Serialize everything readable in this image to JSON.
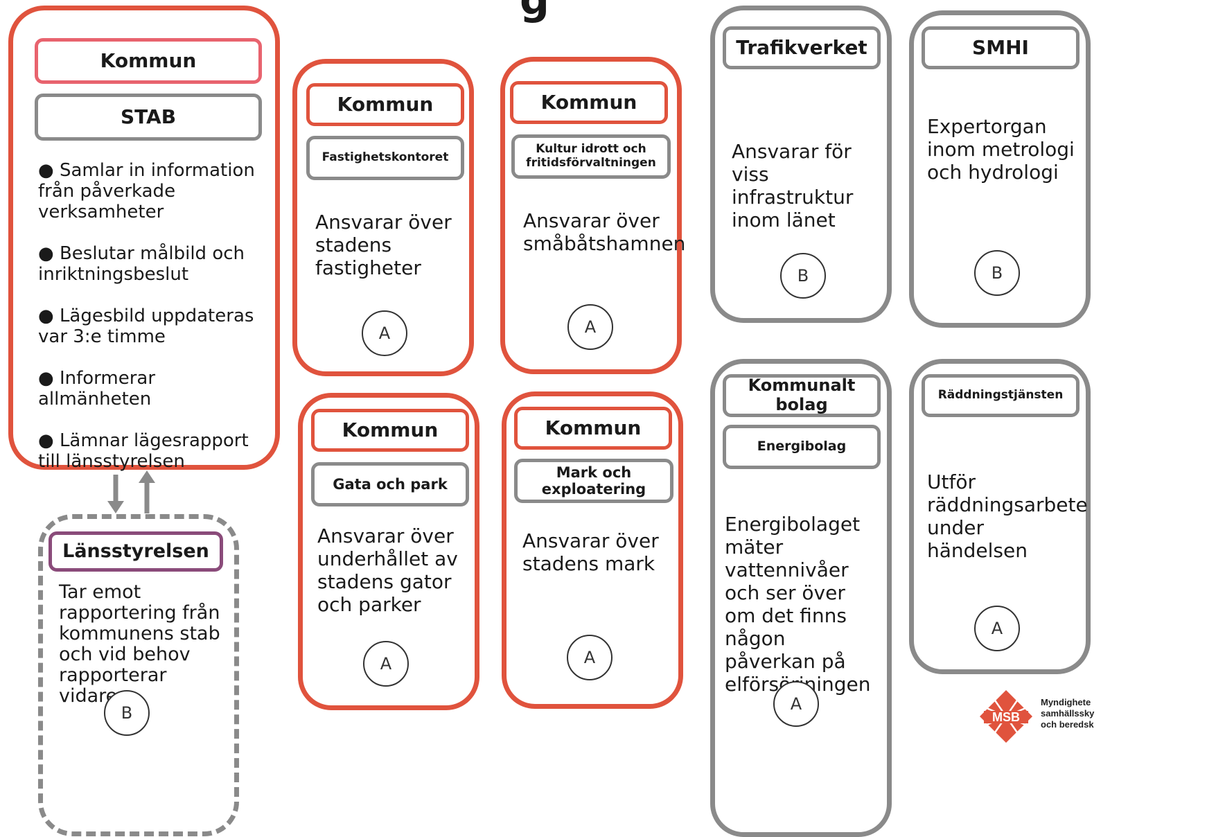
{
  "title_fragment": "g",
  "stab_card": {
    "header1": "Kommun",
    "header2": "STAB",
    "bullets": [
      "● Samlar in information från påverkade verksamheter",
      "● Beslutar målbild och inriktningsbeslut",
      "● Lägesbild uppdateras var 3:e timme",
      "● Informerar allmänheten",
      "● Lämnar lägesrapport till länsstyrelsen"
    ]
  },
  "lansstyrelsen": {
    "header": "Länsstyrelsen",
    "desc": "Tar emot rapportering från kommunens stab och vid behov rapporterar vidare",
    "badge": "B"
  },
  "cards": [
    {
      "id": "fastighet",
      "header1": "Kommun",
      "header2": "Fastighetskontoret",
      "desc": "Ansvarar över stadens fastigheter",
      "badge": "A"
    },
    {
      "id": "kultur",
      "header1": "Kommun",
      "header2": "Kultur idrott och fritidsförvaltningen",
      "desc": "Ansvarar över småbåtshamnen",
      "badge": "A"
    },
    {
      "id": "gata",
      "header1": "Kommun",
      "header2": "Gata och park",
      "desc": "Ansvarar över underhållet av stadens gator och parker",
      "badge": "A"
    },
    {
      "id": "mark",
      "header1": "Kommun",
      "header2": "Mark och exploatering",
      "desc": "Ansvarar över stadens mark",
      "badge": "A"
    },
    {
      "id": "trafikverket",
      "header1": "Trafikverket",
      "desc": "Ansvarar för viss infrastruktur inom länet",
      "badge": "B"
    },
    {
      "id": "smhi",
      "header1": "SMHI",
      "desc": "Expertorgan inom metrologi och hydrologi",
      "badge": "B"
    },
    {
      "id": "kommunalt",
      "header1": "Kommunalt bolag",
      "header2": "Energibolag",
      "desc": "Energibolaget mäter vattennivåer och ser över om det finns någon påverkan på elförsörjningen",
      "badge": "A"
    },
    {
      "id": "raddning",
      "header1": "Räddningstjänsten",
      "desc": "Utför räddningsarbete under händelsen",
      "badge": "A"
    }
  ],
  "logo": {
    "mark": "MSB",
    "lines": [
      "Myndighete",
      "samhällssky",
      "och beredsk"
    ]
  },
  "colors": {
    "municipal": "#e0533d",
    "external": "#8a8a8a",
    "county": "#8a4b7a",
    "logo": "#e0533d"
  }
}
